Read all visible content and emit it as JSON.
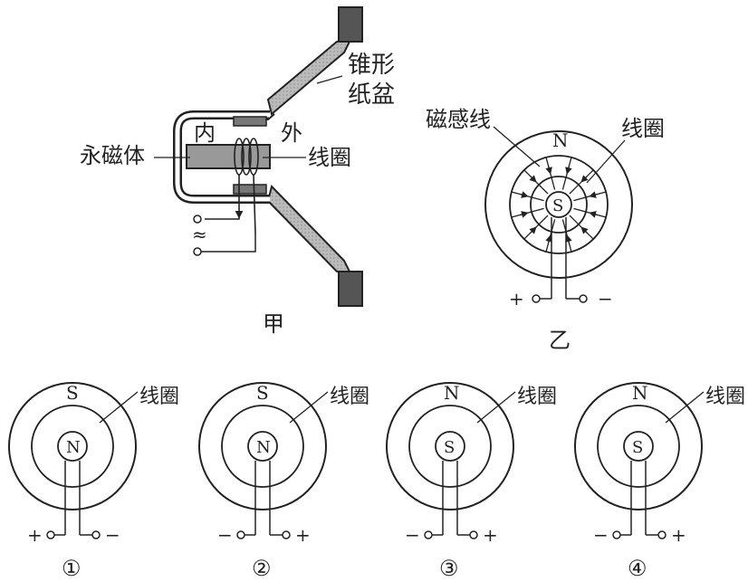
{
  "figure_jia": {
    "caption": "甲",
    "labels": {
      "cone": "锥形\n纸盆",
      "cone_line1": "锥形",
      "cone_line2": "纸盆",
      "inner": "内",
      "outer": "外",
      "magnet": "永磁体",
      "coil": "线圈",
      "ac_symbol": "≈"
    }
  },
  "figure_yi": {
    "caption": "乙",
    "labels": {
      "field_lines": "磁感线",
      "coil": "线圈",
      "outer_pole": "N",
      "inner_pole": "S",
      "left_terminal": "+",
      "right_terminal": "−"
    }
  },
  "options": [
    {
      "number": "①",
      "outer_pole": "S",
      "inner_pole": "N",
      "coil": "线圈",
      "left_terminal": "+",
      "right_terminal": "−"
    },
    {
      "number": "②",
      "outer_pole": "S",
      "inner_pole": "N",
      "coil": "线圈",
      "left_terminal": "−",
      "right_terminal": "+"
    },
    {
      "number": "③",
      "outer_pole": "N",
      "inner_pole": "S",
      "coil": "线圈",
      "left_terminal": "−",
      "right_terminal": "+"
    },
    {
      "number": "④",
      "outer_pole": "N",
      "inner_pole": "S",
      "coil": "线圈",
      "left_terminal": "−",
      "right_terminal": "+"
    }
  ]
}
